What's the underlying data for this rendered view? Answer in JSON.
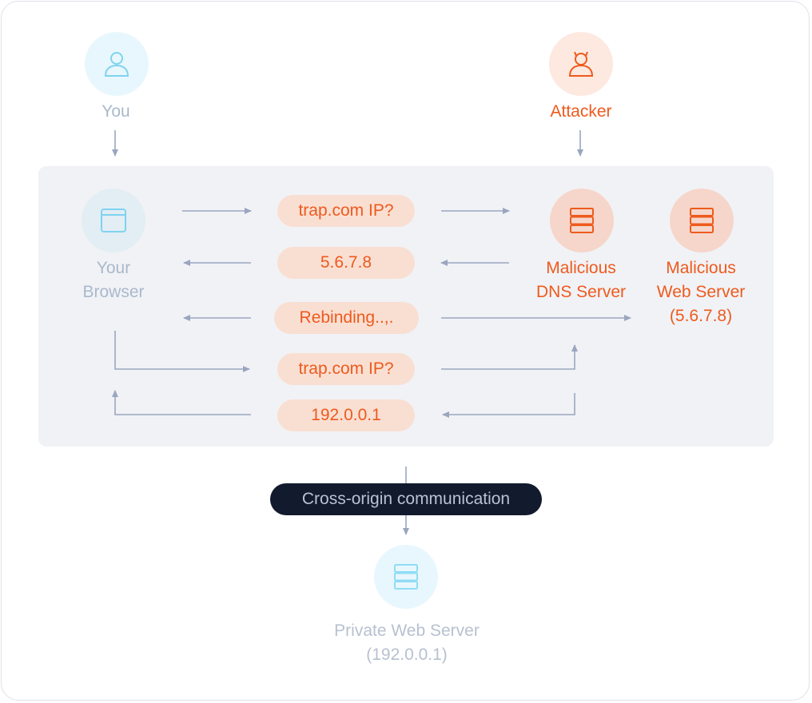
{
  "actors": {
    "you": {
      "label": "You",
      "icon": "user-icon"
    },
    "attacker": {
      "label": "Attacker",
      "icon": "devil-user-icon"
    }
  },
  "nodes": {
    "browser": {
      "line1": "Your",
      "line2": "Browser",
      "icon": "browser-window-icon"
    },
    "dns_server": {
      "line1": "Malicious",
      "line2": "DNS Server",
      "icon": "server-icon"
    },
    "web_server": {
      "line1": "Malicious",
      "line2": "Web Server",
      "line3": "(5.6.7.8)",
      "icon": "server-icon"
    },
    "private_server": {
      "line1": "Private Web Server",
      "line2": "(192.0.0.1)",
      "icon": "server-icon"
    }
  },
  "messages": [
    {
      "text": "trap.com IP?"
    },
    {
      "text": "5.6.7.8"
    },
    {
      "text": "Rebinding..,."
    },
    {
      "text": "trap.com IP?"
    },
    {
      "text": "192.0.0.1"
    }
  ],
  "bridge": {
    "text": "Cross-origin communication"
  },
  "colors": {
    "accent": "#ee5a1d",
    "muted_blue": "#a9b9cb",
    "arrow": "#9aa6bf",
    "panel": "#f1f2f6",
    "dark_pill": "#121a2d"
  }
}
